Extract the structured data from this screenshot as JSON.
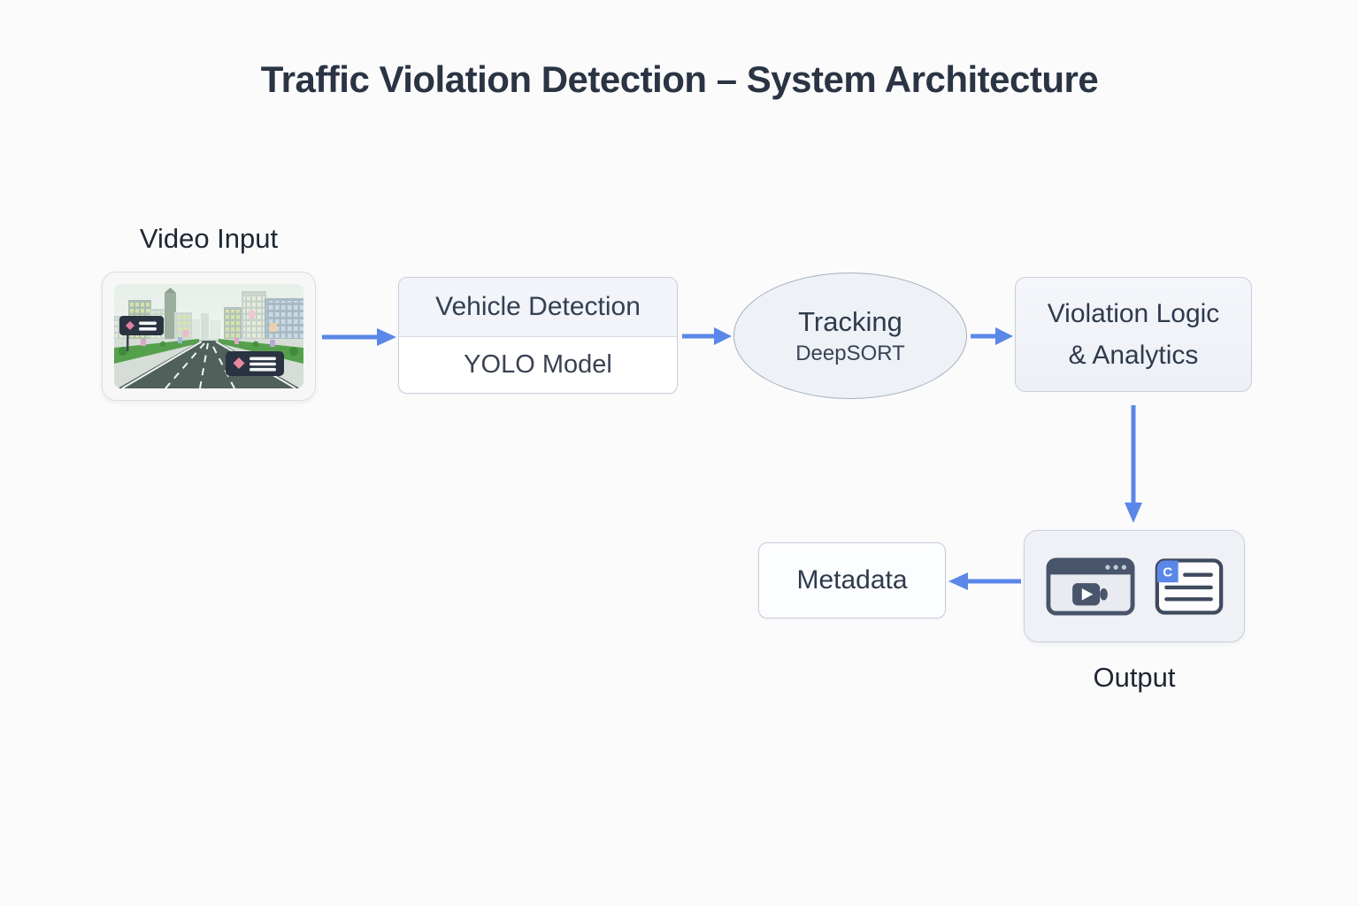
{
  "title": "Traffic Violation Detection – System Architecture",
  "nodes": {
    "video_input": {
      "label": "Video Input",
      "thumbnail": "city-street-video-frame"
    },
    "vehicle_detection": {
      "title": "Vehicle Detection",
      "subtitle": "YOLO Model"
    },
    "tracking": {
      "title": "Tracking",
      "subtitle": "DeepSORT",
      "shape": "ellipse"
    },
    "violation_logic": {
      "line1": "Violation Logic",
      "line2": "& Analytics"
    },
    "metadata": {
      "label": "Metadata"
    },
    "output": {
      "label": "Output",
      "icons": [
        "video-player-window-icon",
        "report-document-icon"
      ]
    }
  },
  "edges": [
    {
      "from": "video_input",
      "to": "vehicle_detection",
      "direction": "right"
    },
    {
      "from": "vehicle_detection",
      "to": "tracking",
      "direction": "right"
    },
    {
      "from": "tracking",
      "to": "violation_logic",
      "direction": "right"
    },
    {
      "from": "violation_logic",
      "to": "output",
      "direction": "down"
    },
    {
      "from": "output",
      "to": "metadata",
      "direction": "left"
    }
  ],
  "colors": {
    "background": "#fbfbfc",
    "arrow_blue": "#5b87e8",
    "title_text": "#2a3443",
    "node_border": "#c7cfdc",
    "node_header_fill": "#f2f4f9",
    "ellipse_fill": "#eef1f6",
    "output_fill": "#eff1f6",
    "icon_dark_slate": "#47546a",
    "doc_accent_blue": "#5b87e8",
    "badge_dark": "#293341",
    "badge_pink": "#e57fa3"
  }
}
